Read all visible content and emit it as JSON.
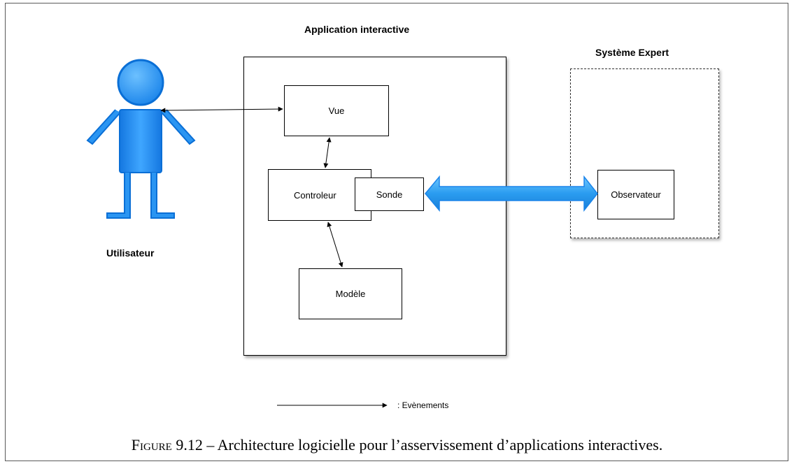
{
  "diagram": {
    "app_title": "Application interactive",
    "expert_title": "Système Expert",
    "user_label": "Utilisateur",
    "nodes": {
      "vue": "Vue",
      "controleur": "Controleur",
      "sonde": "Sonde",
      "modele": "Modèle",
      "observateur": "Observateur"
    },
    "legend": ": Evènements"
  },
  "caption": {
    "figure_label": "Figure",
    "figure_number": "9.12",
    "separator": "–",
    "text": "Architecture logicielle pour l’asservissement d’applications interactives."
  },
  "colors": {
    "actor_fill": "#1f8ff0",
    "actor_stroke": "#0a6fd6",
    "double_arrow": "#3aa8f0"
  }
}
